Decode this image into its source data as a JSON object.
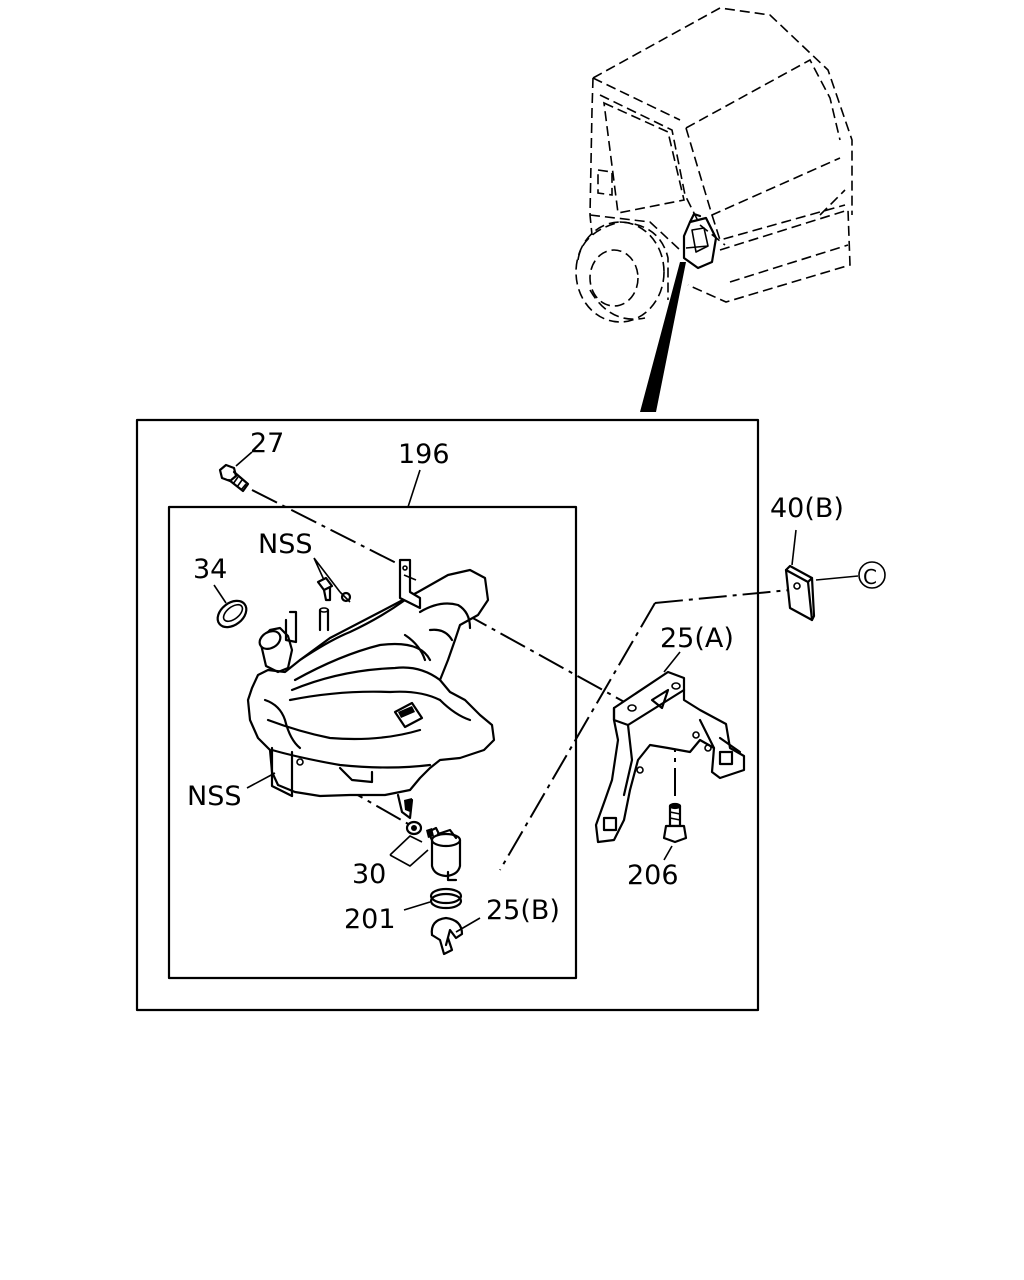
{
  "callouts": {
    "bolt_27": "27",
    "tank_assembly_196": "196",
    "bracket_40b": "40(B)",
    "circle_ref": "C",
    "nss_top": "NSS",
    "cap_34": "34",
    "bracket_25a": "25(A)",
    "nss_left": "NSS",
    "bolt_206": "206",
    "motor_30": "30",
    "grommet_201": "201",
    "clip_25b": "25(B)"
  }
}
